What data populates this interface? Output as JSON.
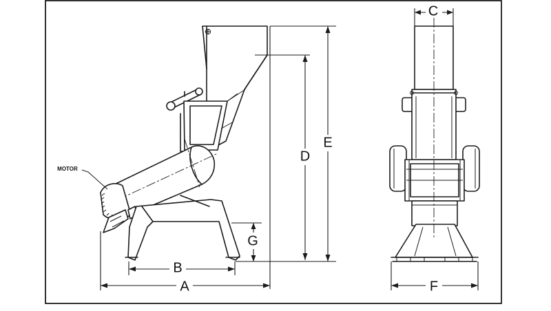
{
  "diagram": {
    "side_view": {
      "callout_motor": "MOTOR",
      "dimension_labels": {
        "a": "A",
        "b": "B",
        "d": "D",
        "e": "E",
        "g": "G"
      }
    },
    "front_view": {
      "dimension_labels": {
        "c": "C",
        "f": "F"
      }
    }
  }
}
